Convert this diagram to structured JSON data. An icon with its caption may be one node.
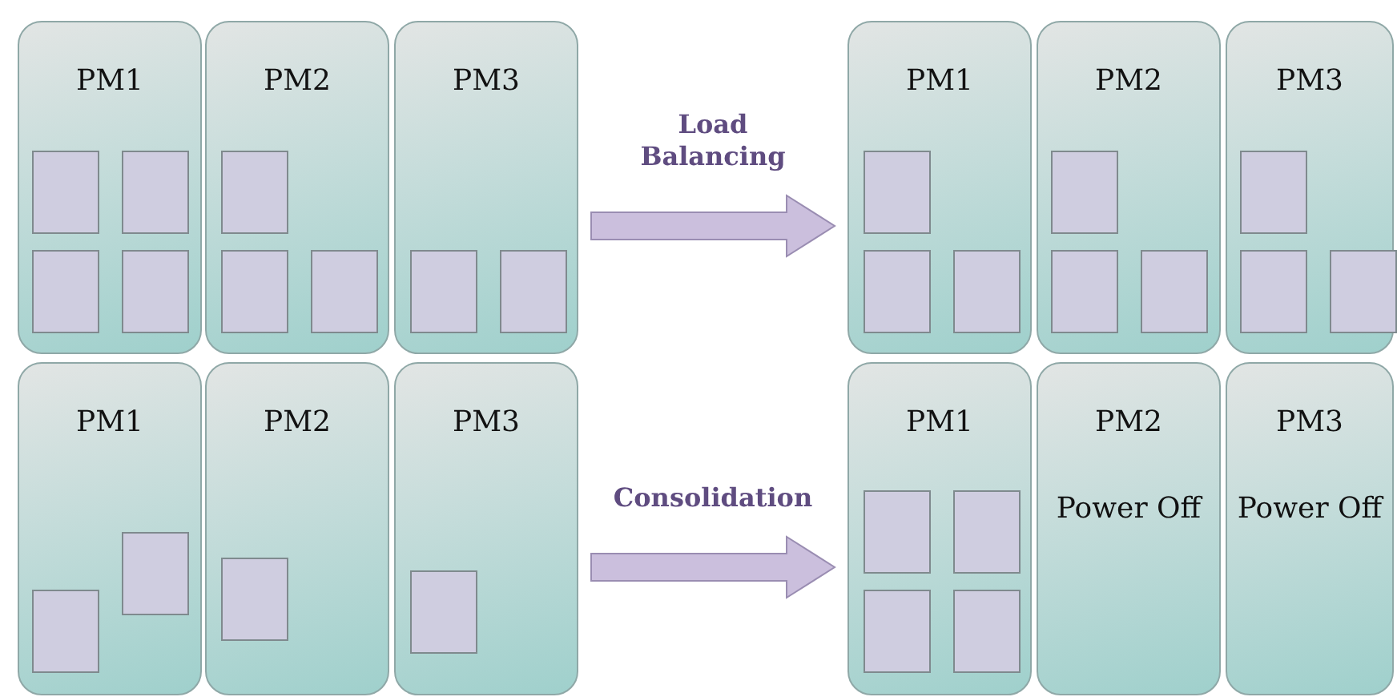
{
  "diagram": {
    "nodes": [
      {
        "text": [
          "PM1"
        ]
      },
      {
        "text": [],
        "shape": "box",
        "in": 0
      },
      {
        "text": [],
        "shape": "box",
        "in": 0
      },
      {
        "text": [],
        "shape": "box",
        "in": 0
      },
      {
        "text": [],
        "shape": "box",
        "in": 0
      },
      {
        "text": [
          "PM2"
        ]
      },
      {
        "text": [],
        "shape": "box",
        "in": 5
      },
      {
        "text": [],
        "shape": "box",
        "in": 5
      },
      {
        "text": [],
        "shape": "box",
        "in": 5
      },
      {
        "text": [
          "PM3"
        ]
      },
      {
        "text": [],
        "shape": "box",
        "in": 9
      },
      {
        "text": [],
        "shape": "box",
        "in": 9
      },
      {
        "text": [
          "PM1"
        ]
      },
      {
        "text": [],
        "shape": "box",
        "in": 12
      },
      {
        "text": [],
        "shape": "box",
        "in": 12
      },
      {
        "text": [],
        "shape": "box",
        "in": 12
      },
      {
        "text": [
          "PM2"
        ]
      },
      {
        "text": [],
        "shape": "box",
        "in": 16
      },
      {
        "text": [],
        "shape": "box",
        "in": 16
      },
      {
        "text": [],
        "shape": "box",
        "in": 16
      },
      {
        "text": [
          "PM3"
        ]
      },
      {
        "text": [],
        "shape": "box",
        "in": 20
      },
      {
        "text": [],
        "shape": "box",
        "in": 20
      },
      {
        "text": [],
        "shape": "box",
        "in": 20
      },
      {
        "text": [
          "PM1"
        ]
      },
      {
        "text": [],
        "shape": "box",
        "in": 24
      },
      {
        "text": [],
        "shape": "box",
        "in": 24
      },
      {
        "text": [
          "PM2"
        ]
      },
      {
        "text": [],
        "shape": "box",
        "in": 27
      },
      {
        "text": [
          "PM3"
        ]
      },
      {
        "text": [],
        "shape": "box",
        "in": 29
      },
      {
        "text": [
          "PM1"
        ]
      },
      {
        "text": [],
        "shape": "box",
        "in": 31
      },
      {
        "text": [],
        "shape": "box",
        "in": 31
      },
      {
        "text": [],
        "shape": "box",
        "in": 31
      },
      {
        "text": [],
        "shape": "box",
        "in": 31
      },
      {
        "text": [
          "PM2",
          "Power Off"
        ]
      },
      {
        "text": [
          "PM3",
          "Power Off"
        ]
      }
    ],
    "edges": [
      {
        "from": 9,
        "to": 12,
        "arrow": "to",
        "label": "Load Balancing"
      },
      {
        "from": 29,
        "to": 31,
        "arrow": "to",
        "label": "Consolidation"
      }
    ]
  }
}
